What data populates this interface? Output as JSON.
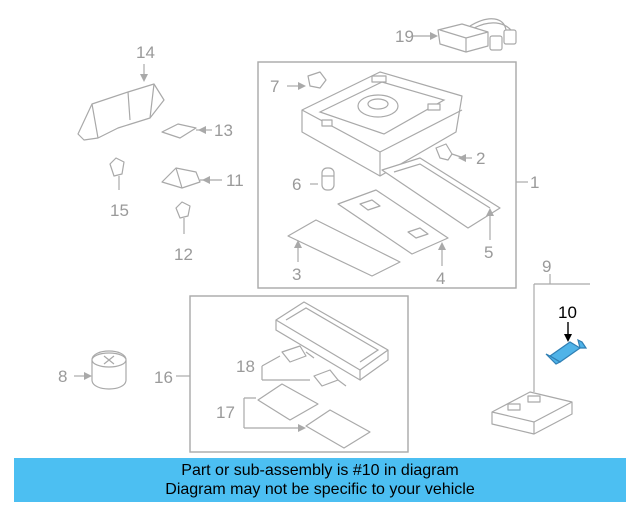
{
  "callouts": {
    "c1": "1",
    "c2": "2",
    "c3": "3",
    "c4": "4",
    "c5": "5",
    "c6": "6",
    "c7": "7",
    "c8": "8",
    "c9": "9",
    "c10": "10",
    "c11": "11",
    "c12": "12",
    "c13": "13",
    "c14": "14",
    "c15": "15",
    "c16": "16",
    "c17": "17",
    "c18": "18",
    "c19": "19"
  },
  "highlight_color": "#4fb3e8",
  "banner": {
    "line1": "Part or sub-assembly is #10 in diagram",
    "line2": "Diagram may not be specific to your vehicle",
    "color": "#4cbff2"
  }
}
